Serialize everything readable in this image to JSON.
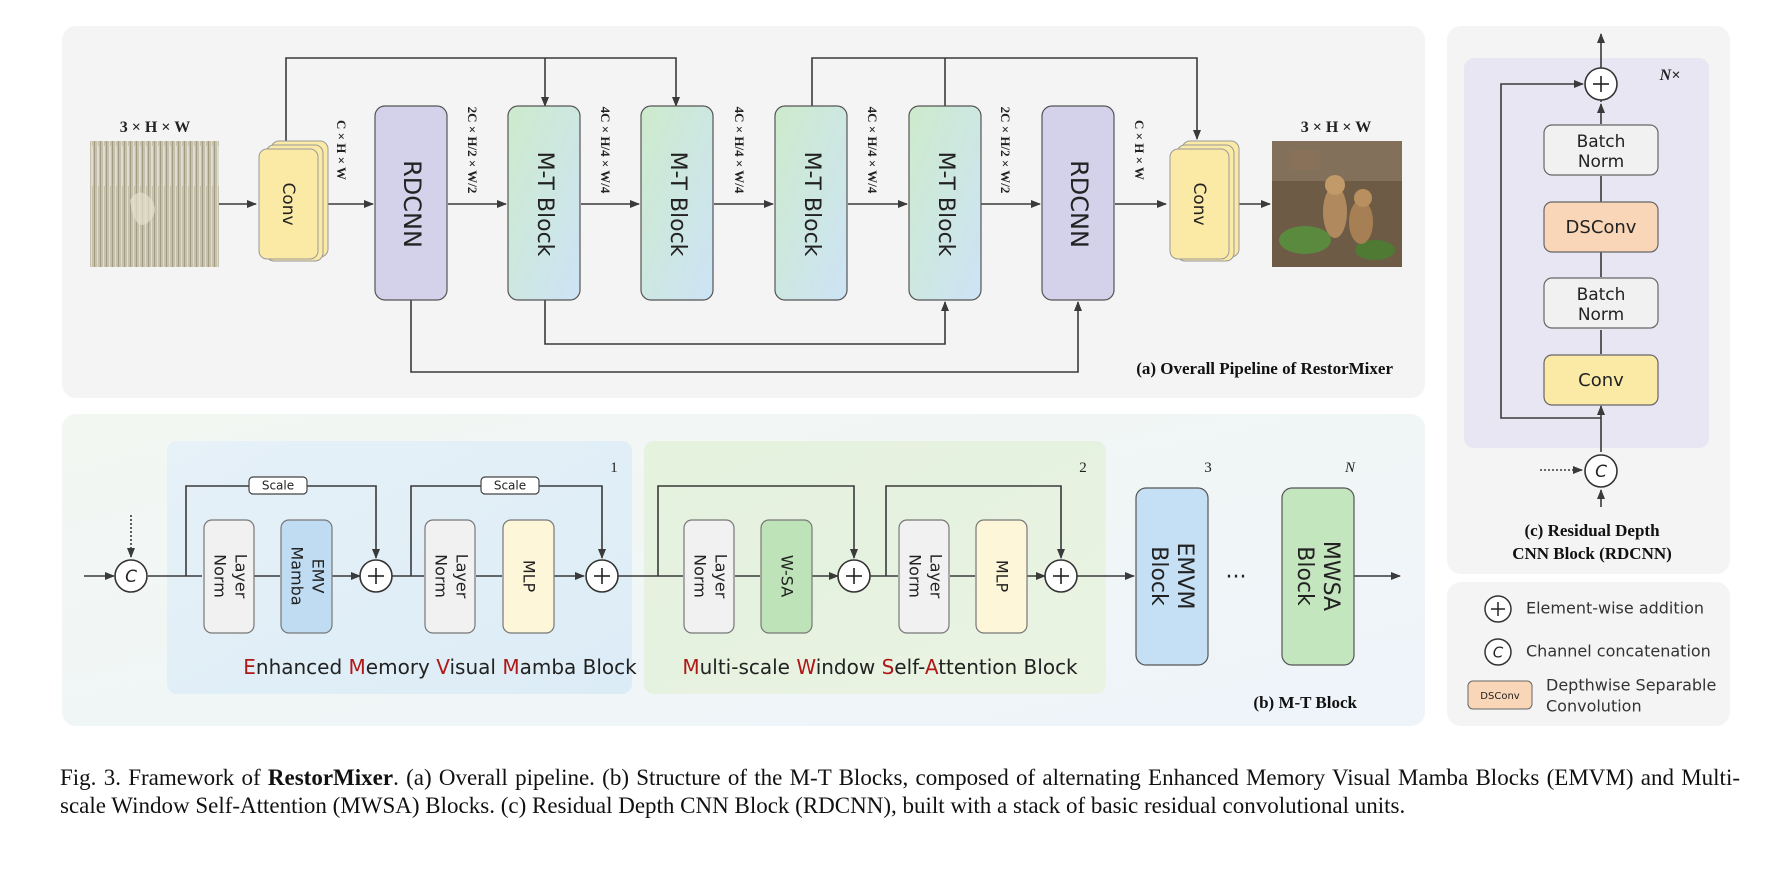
{
  "panel_a": {
    "title": "(a) Overall Pipeline of RestorMixer",
    "input_label": "3 × H × W",
    "output_label": "3 × H × W",
    "conv_label": "Conv",
    "rdcnn_label": "RDCNN",
    "mt_block_label": "M-T Block",
    "dims": [
      "C × H × W",
      "2C × H/2 × W/2",
      "4C × H/4 × W/4",
      "4C × H/4 × W/4",
      "4C × H/4 × W/4",
      "2C × H/2 × W/2",
      "C × H × W"
    ]
  },
  "panel_b": {
    "title": "(b) M-T Block",
    "scale_label": "Scale",
    "layernorm_line1": "Layer",
    "layernorm_line2": "Norm",
    "emv_line1": "EMV",
    "emv_line2": "Mamba",
    "mlp_label": "MLP",
    "wsa_label": "W-SA",
    "concat_symbol": "C",
    "emvm_group": {
      "number": "1",
      "name_parts": [
        {
          "t": "E",
          "red": true
        },
        {
          "t": "nhanced ",
          "red": false
        },
        {
          "t": "M",
          "red": true
        },
        {
          "t": "emory ",
          "red": false
        },
        {
          "t": "V",
          "red": true
        },
        {
          "t": "isual ",
          "red": false
        },
        {
          "t": "M",
          "red": true
        },
        {
          "t": "amba Block",
          "red": false
        }
      ]
    },
    "mwsa_group": {
      "number": "2",
      "name_parts": [
        {
          "t": "M",
          "red": true
        },
        {
          "t": "ulti-scale ",
          "red": false
        },
        {
          "t": "W",
          "red": true
        },
        {
          "t": "indow ",
          "red": false
        },
        {
          "t": "S",
          "red": true
        },
        {
          "t": "elf-",
          "red": false
        },
        {
          "t": "A",
          "red": true
        },
        {
          "t": "ttention Block",
          "red": false
        }
      ]
    },
    "block3": {
      "number": "3",
      "line1": "EMVM",
      "line2": "Block"
    },
    "blockN": {
      "number": "N",
      "line1": "MWSA",
      "line2": "Block"
    },
    "ellipsis": "···"
  },
  "panel_c": {
    "title_line1": "(c) Residual Depth",
    "title_line2": "CNN Block (RDCNN)",
    "repeat_label": "N×",
    "batchnorm_line1": "Batch",
    "batchnorm_line2": "Norm",
    "dsconv_label": "DSConv",
    "conv_label": "Conv",
    "concat_symbol": "C"
  },
  "legend": {
    "addition": "Element-wise addition",
    "concat": "Channel concatenation",
    "dsconv_swatch": "DSConv",
    "dsconv_line1": "Depthwise Separable",
    "dsconv_line2": "Convolution"
  },
  "caption": {
    "prefix": "Fig. 3.  Framework of ",
    "bold": "RestorMixer",
    "rest": ". (a) Overall pipeline. (b) Structure of the M-T Blocks, composed of alternating Enhanced Memory Visual Mamba Blocks (EMVM) and Multi-scale Window Self-Attention (MWSA) Blocks. (c) Residual Depth CNN Block (RDCNN), built with a stack of basic residual convolutional units."
  },
  "colors": {
    "panel_bg": "#f4f4f4",
    "conv": "#fbe9a6",
    "rdcnn": "#d4d1ea",
    "mt_green": "#cdebd2",
    "mt_blue": "#cfe4f4",
    "emv": "#bfdcf2",
    "wsa": "#bfe3b9",
    "mlp": "#fdf6d8",
    "dsconv": "#f9d6b8",
    "red_text": "#b01818"
  }
}
